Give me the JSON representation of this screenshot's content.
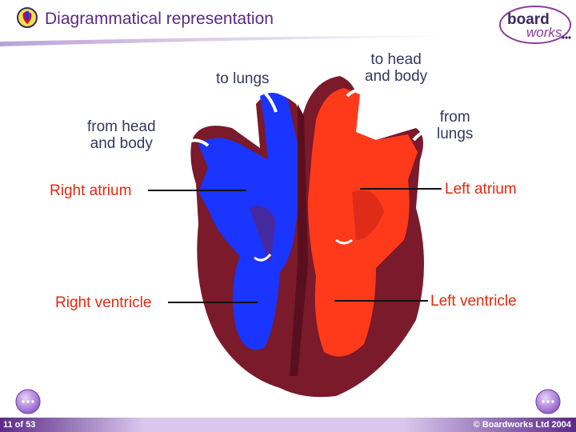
{
  "header": {
    "title": "Diagrammatical representation",
    "logo": {
      "line1": "board",
      "line2": "works"
    }
  },
  "diagram": {
    "labels": {
      "to_lungs": "to lungs",
      "to_head_line1": "to head",
      "to_head_line2": "and body",
      "from_head_line1": "from head",
      "from_head_line2": "and body",
      "from_lungs_line1": "from",
      "from_lungs_line2": "lungs",
      "right_atrium": "Right atrium",
      "left_atrium": "Left atrium",
      "right_ventricle": "Right ventricle",
      "left_ventricle": "Left ventricle"
    },
    "colors": {
      "deoxygenated": "#1a35ff",
      "oxygenated": "#ff3a1a",
      "muscle": "#7a1a2a"
    }
  },
  "footer": {
    "slide_counter": "11 of 53",
    "copyright": "© Boardworks Ltd 2004"
  },
  "nav": {
    "prev_icon": "prev-arrow-icon",
    "next_icon": "next-arrow-icon"
  }
}
